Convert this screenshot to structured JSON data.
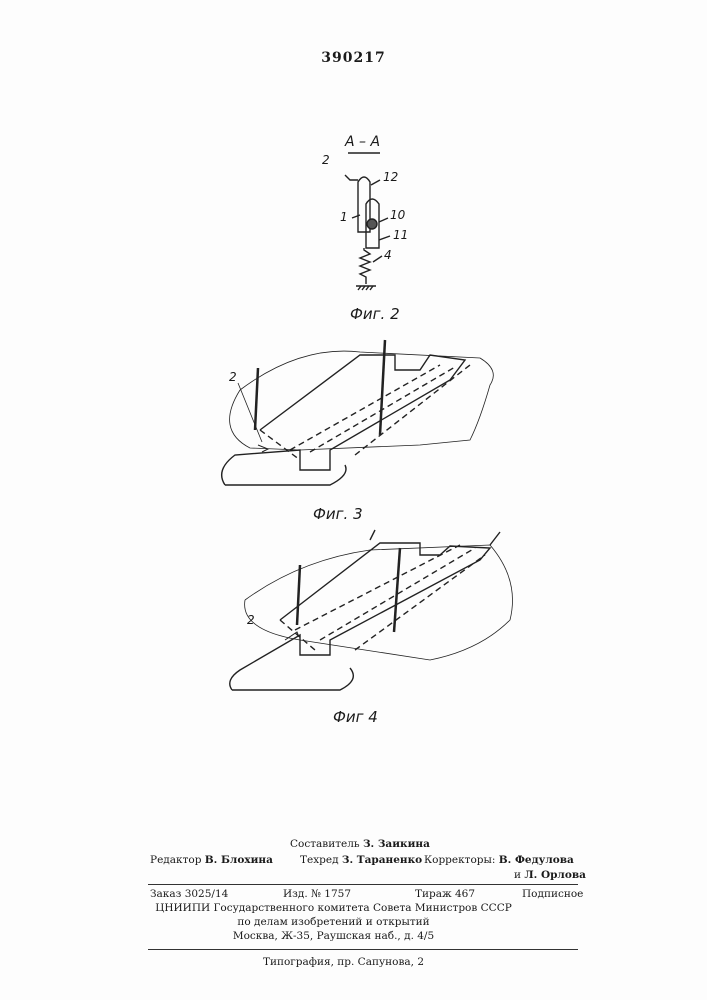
{
  "patent_number": "390217",
  "figures": {
    "fig2": {
      "section": "А – А",
      "caption": "Фиг. 2",
      "labels": [
        "2",
        "12",
        "1",
        "10",
        "11",
        "4"
      ]
    },
    "fig3": {
      "caption": "Фиг. 3",
      "labels": [
        "2"
      ]
    },
    "fig4": {
      "caption": "Фиг 4",
      "labels": [
        "2"
      ]
    }
  },
  "credits": {
    "compiler_label": "Составитель",
    "compiler": "З. Заикина",
    "editor_label": "Редактор",
    "editor": "В. Блохина",
    "techred_label": "Техред",
    "techred": "З. Тараненко",
    "correctors_label": "Корректоры:",
    "corrector1": "В. Федулова",
    "corrector2_prefix": "и",
    "corrector2": "Л. Орлова",
    "order": "Заказ 3025/14",
    "edition": "Изд. № 1757",
    "print_run": "Тираж 467",
    "subscription": "Подписное",
    "org_line1": "ЦНИИПИ Государственного комитета Совета Министров СССР",
    "org_line2": "по делам изобретений и открытий",
    "org_line3": "Москва, Ж-35, Раушская наб., д. 4/5",
    "printer": "Типография, пр. Сапунова, 2"
  }
}
